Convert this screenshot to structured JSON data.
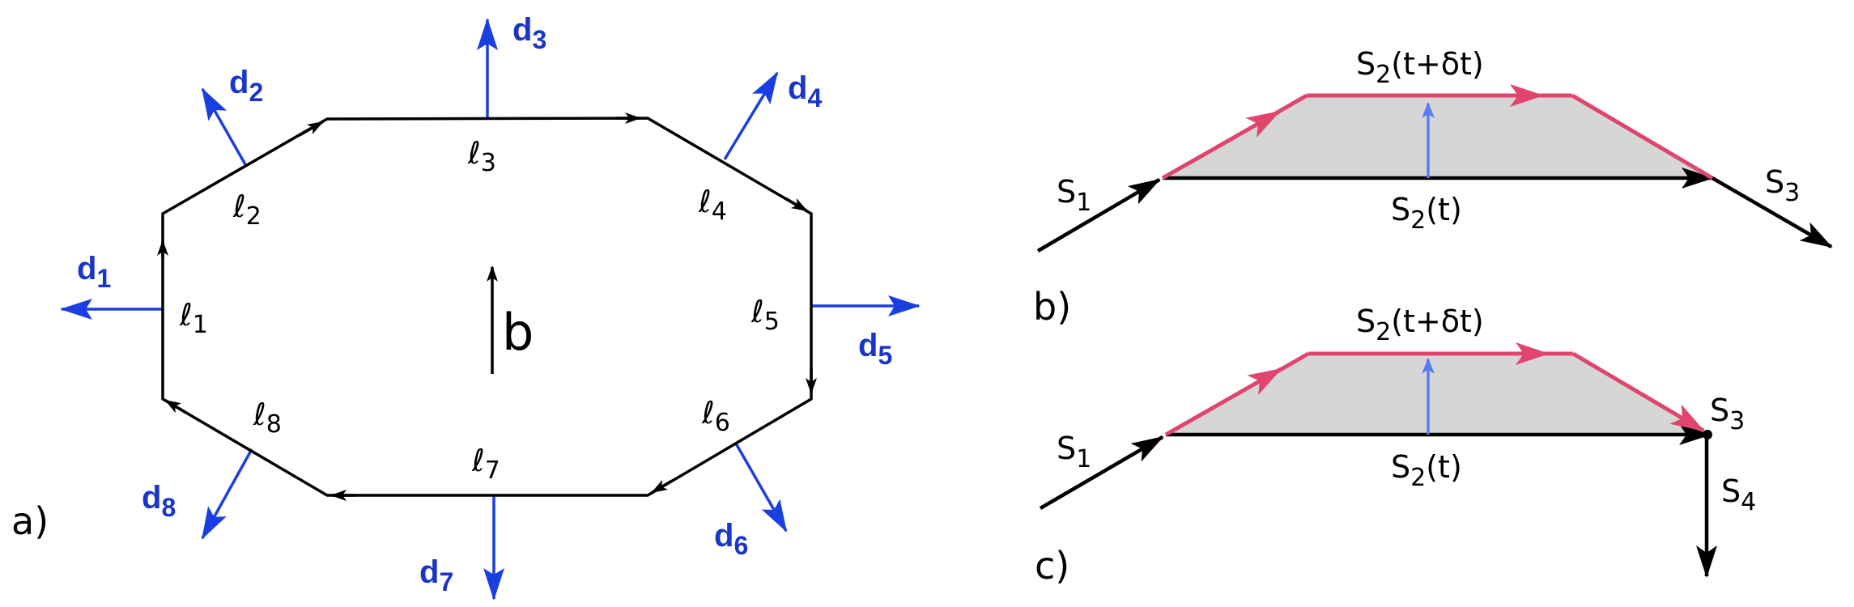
{
  "panel_a": {
    "label": "a)",
    "burgers_label": "b",
    "segments": [
      {
        "name": "ℓ",
        "sub": "1"
      },
      {
        "name": "ℓ",
        "sub": "2"
      },
      {
        "name": "ℓ",
        "sub": "3"
      },
      {
        "name": "ℓ",
        "sub": "4"
      },
      {
        "name": "ℓ",
        "sub": "5"
      },
      {
        "name": "ℓ",
        "sub": "6"
      },
      {
        "name": "ℓ",
        "sub": "7"
      },
      {
        "name": "ℓ",
        "sub": "8"
      }
    ],
    "normals": [
      {
        "name": "d",
        "sub": "1"
      },
      {
        "name": "d",
        "sub": "2"
      },
      {
        "name": "d",
        "sub": "3"
      },
      {
        "name": "d",
        "sub": "4"
      },
      {
        "name": "d",
        "sub": "5"
      },
      {
        "name": "d",
        "sub": "6"
      },
      {
        "name": "d",
        "sub": "7"
      },
      {
        "name": "d",
        "sub": "8"
      }
    ]
  },
  "panel_b": {
    "label": "b)",
    "s1": {
      "name": "S",
      "sub": "1"
    },
    "s2_top": {
      "name": "S",
      "sub": "2",
      "suffix": "(t+δt)"
    },
    "s2_bottom": {
      "name": "S",
      "sub": "2",
      "suffix": "(t)"
    },
    "s3": {
      "name": "S",
      "sub": "3"
    }
  },
  "panel_c": {
    "label": "c)",
    "s1": {
      "name": "S",
      "sub": "1"
    },
    "s2_top": {
      "name": "S",
      "sub": "2",
      "suffix": "(t+δt)"
    },
    "s2_bottom": {
      "name": "S",
      "sub": "2",
      "suffix": "(t)"
    },
    "s3": {
      "name": "S",
      "sub": "3"
    },
    "s4": {
      "name": "S",
      "sub": "4"
    }
  },
  "colors": {
    "line": "#000000",
    "normal_arrow": "#1a3fe0",
    "normal_text": "#1a36c8",
    "moved_segment": "#e0456d",
    "swept_area": "#d6d6d6",
    "velocity_arrow": "#5b7cf0"
  }
}
